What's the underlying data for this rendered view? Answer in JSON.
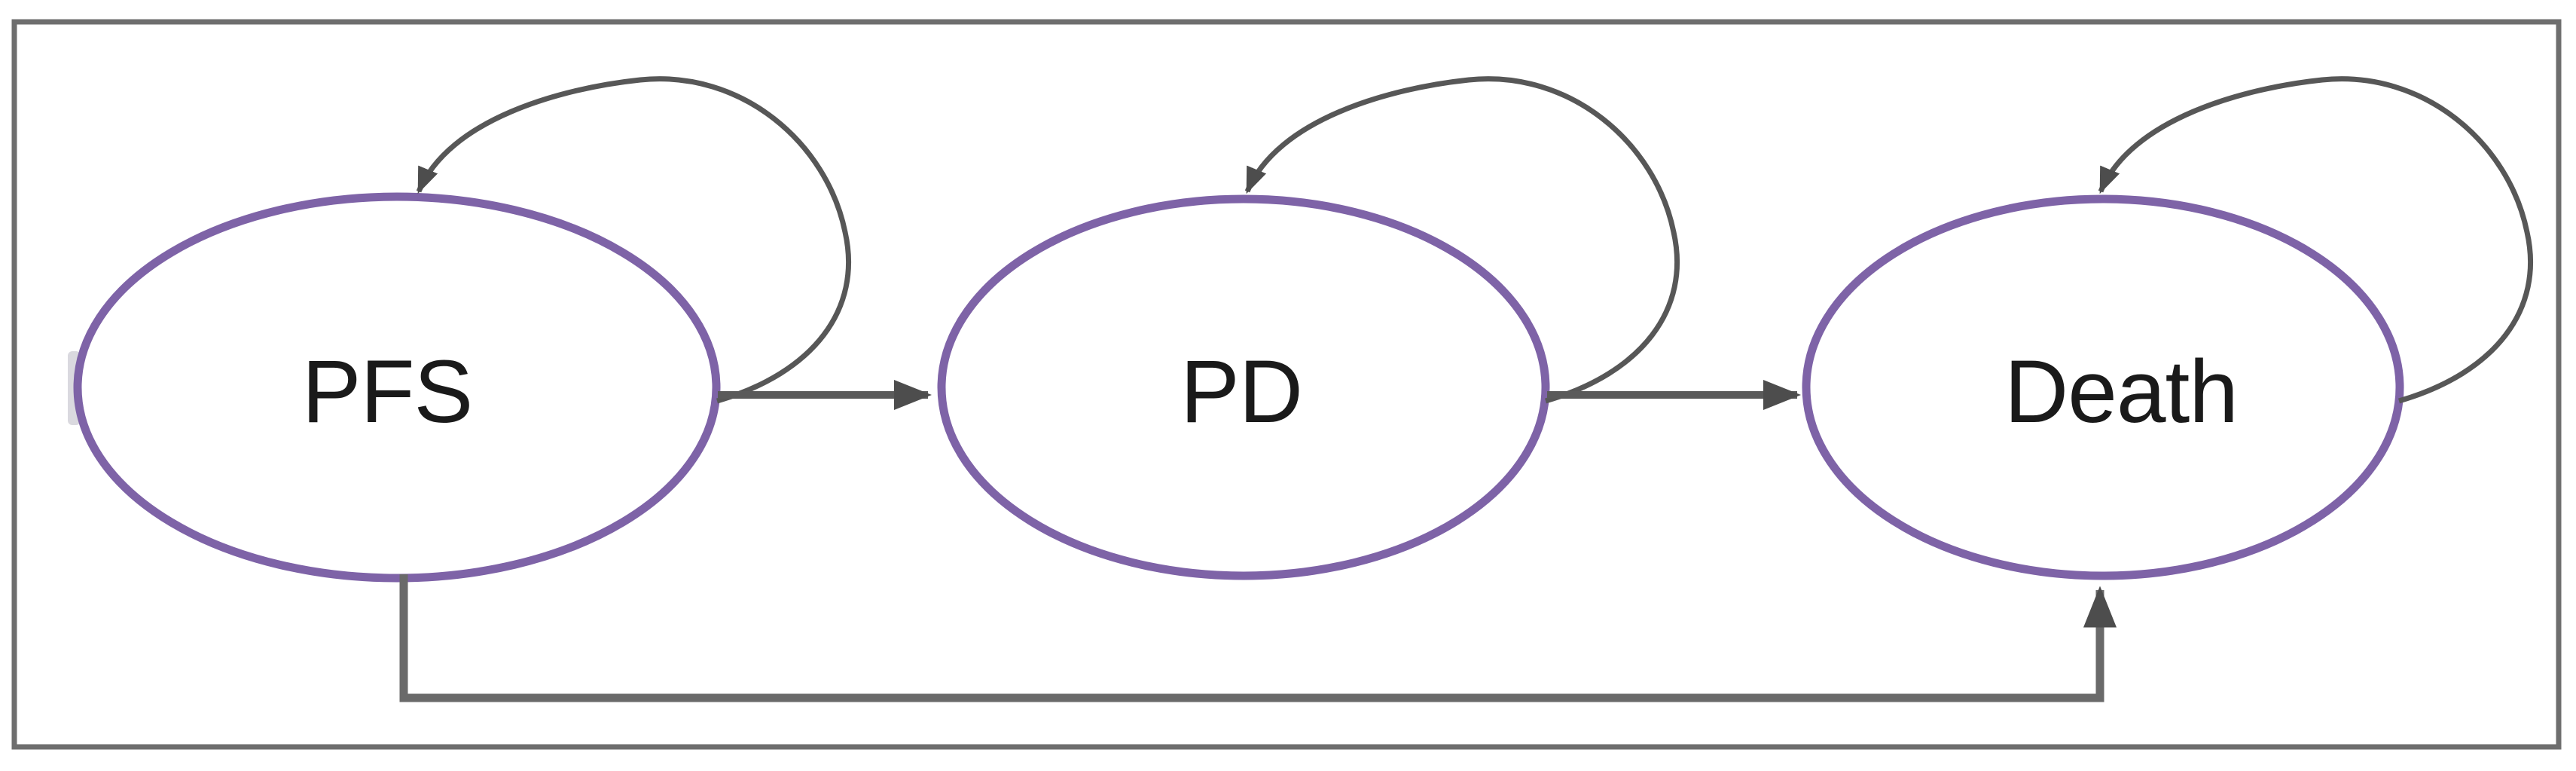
{
  "diagram": {
    "type": "markov-state-transition-model",
    "states": [
      {
        "id": "pfs",
        "label": "PFS"
      },
      {
        "id": "pd",
        "label": "PD"
      },
      {
        "id": "death",
        "label": "Death"
      }
    ],
    "transitions": [
      {
        "from": "PFS",
        "to": "PFS",
        "kind": "self-loop"
      },
      {
        "from": "PD",
        "to": "PD",
        "kind": "self-loop"
      },
      {
        "from": "Death",
        "to": "Death",
        "kind": "self-loop"
      },
      {
        "from": "PFS",
        "to": "PD",
        "kind": "straight-arrow"
      },
      {
        "from": "PD",
        "to": "Death",
        "kind": "straight-arrow"
      },
      {
        "from": "PFS",
        "to": "Death",
        "kind": "elbow-arrow"
      }
    ],
    "colors": {
      "state_border": "#7e63a7",
      "state_fill": "#ffffff",
      "arrow_line": "#5a5a5a",
      "arrow_head": "#4d4d4d",
      "elbow_line": "#6a6a6a",
      "frame_border": "#6e6e6e",
      "label_text": "#1a1a1a",
      "background": "#ffffff"
    }
  }
}
